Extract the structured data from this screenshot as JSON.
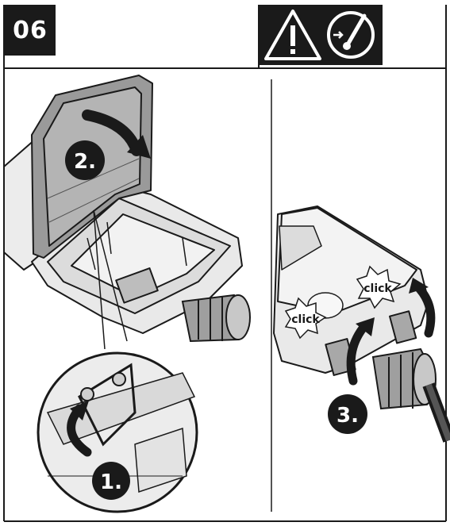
{
  "header": {
    "step_number": "06",
    "icons": [
      "warning-triangle-icon",
      "power-switch-off-icon"
    ]
  },
  "steps": {
    "step_1": "1.",
    "step_2": "2.",
    "step_3": "3."
  },
  "sounds": {
    "click_left": "click",
    "click_right": "click"
  },
  "colors": {
    "ink": "#1a1a1a",
    "lid_fill": "#9a9a9a",
    "housing_fill": "#e9e9e9",
    "panel_fill": "#d6d6d6"
  }
}
